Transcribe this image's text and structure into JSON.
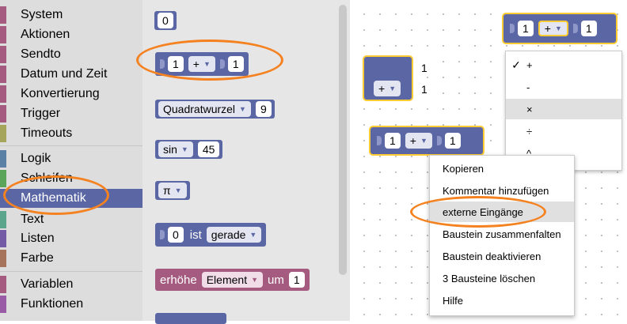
{
  "toolbox": {
    "categories": [
      {
        "label": "System",
        "color": "#a55b80"
      },
      {
        "label": "Aktionen",
        "color": "#a55b80"
      },
      {
        "label": "Sendto",
        "color": "#a55b80"
      },
      {
        "label": "Datum und Zeit",
        "color": "#a55b80"
      },
      {
        "label": "Konvertierung",
        "color": "#a55b80"
      },
      {
        "label": "Trigger",
        "color": "#a55b80"
      },
      {
        "label": "Timeouts",
        "color": "#a5a55b"
      },
      {
        "label": "Logik",
        "color": "#5b80a5"
      },
      {
        "label": "Schleifen",
        "color": "#5ba55b"
      },
      {
        "label": "Mathematik",
        "color": "#5b67a5",
        "selected": true
      },
      {
        "label": "Text",
        "color": "#5ba58c"
      },
      {
        "label": "Listen",
        "color": "#745ba5"
      },
      {
        "label": "Farbe",
        "color": "#a5745b"
      },
      {
        "label": "Variablen",
        "color": "#a55b80"
      },
      {
        "label": "Funktionen",
        "color": "#995ba5"
      }
    ]
  },
  "flyout": {
    "number_block": "0",
    "arith_block": {
      "a": "1",
      "op": "+",
      "b": "1"
    },
    "sqrt_block": {
      "func": "Quadratwurzel",
      "value": "9"
    },
    "trig_block": {
      "func": "sin",
      "value": "45"
    },
    "const_block": {
      "func": "π"
    },
    "property_block": {
      "value": "0",
      "word": "ist",
      "prop": "gerade"
    },
    "change_block": {
      "word": "erhöhe",
      "var": "Element",
      "word2": "um",
      "value": "1"
    }
  },
  "workspace": {
    "top_block": {
      "a": "1",
      "op": "+",
      "b": "1"
    },
    "external_block": {
      "a": "1",
      "op": "+",
      "b": "1"
    },
    "mid_block": {
      "a": "1",
      "op": "+",
      "b": "1"
    },
    "operator_menu": {
      "items": [
        {
          "check": "✓",
          "label": "+"
        },
        {
          "check": "",
          "label": "-"
        },
        {
          "check": "",
          "label": "×",
          "highlighted": true
        },
        {
          "check": "",
          "label": "÷"
        },
        {
          "check": "",
          "label": "^"
        }
      ]
    },
    "context_menu": {
      "items": [
        {
          "label": "Kopieren"
        },
        {
          "label": "Kommentar hinzufügen"
        },
        {
          "label": "externe Eingänge",
          "highlighted": true
        },
        {
          "label": "Baustein zusammenfalten"
        },
        {
          "label": "Baustein deaktivieren"
        },
        {
          "label": "3 Bausteine löschen"
        },
        {
          "label": "Hilfe"
        }
      ]
    }
  },
  "colors": {
    "math": "#5b67a5",
    "highlight_ring": "#f58220",
    "selected_outline": "#fc3",
    "variable": "#a55b80"
  }
}
